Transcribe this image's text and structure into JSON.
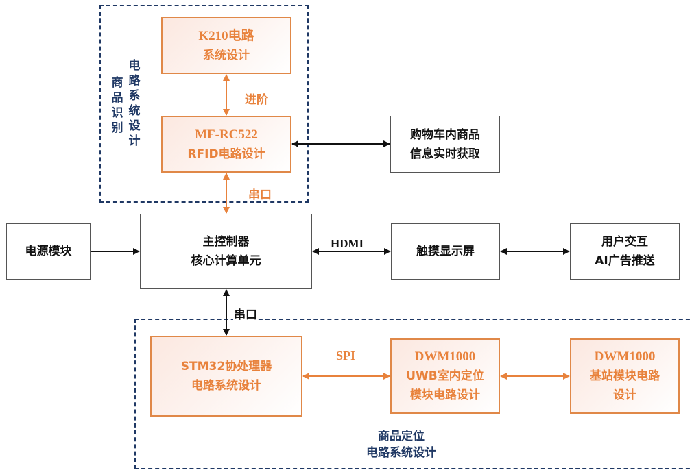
{
  "groups": {
    "recognition": {
      "title_col1": "商品识别",
      "title_col2": "电路系统设计"
    },
    "positioning": {
      "title_line1": "商品定位",
      "title_line2": "电路系统设计"
    }
  },
  "boxes": {
    "k210": {
      "line1": "K210电路",
      "line2": "系统设计"
    },
    "rfid": {
      "line1": "MF-RC522",
      "line2": "RFID电路设计"
    },
    "cart_info": {
      "line1": "购物车内商品",
      "line2": "信息实时获取"
    },
    "power": {
      "line1": "电源模块"
    },
    "main_controller": {
      "line1": "主控制器",
      "line2": "核心计算单元"
    },
    "touchscreen": {
      "line1": "触摸显示屏"
    },
    "user_interaction": {
      "line1": "用户交互",
      "line2": "AI广告推送"
    },
    "stm32": {
      "line1": "STM32协处理器",
      "line2": "电路系统设计"
    },
    "dwm_uwb": {
      "line1": "DWM1000",
      "line2": "UWB室内定位",
      "line3": "模块电路设计"
    },
    "dwm_base": {
      "line1": "DWM1000",
      "line2": "基站模块电路",
      "line3": "设计"
    }
  },
  "connections": {
    "k210_rfid": "进阶",
    "rfid_main": "串口",
    "main_touch": "HDMI",
    "main_stm32": "串口",
    "stm32_uwb": "SPI"
  },
  "colors": {
    "orange": "#e8823c",
    "navy": "#1f3864",
    "black": "#111111"
  }
}
